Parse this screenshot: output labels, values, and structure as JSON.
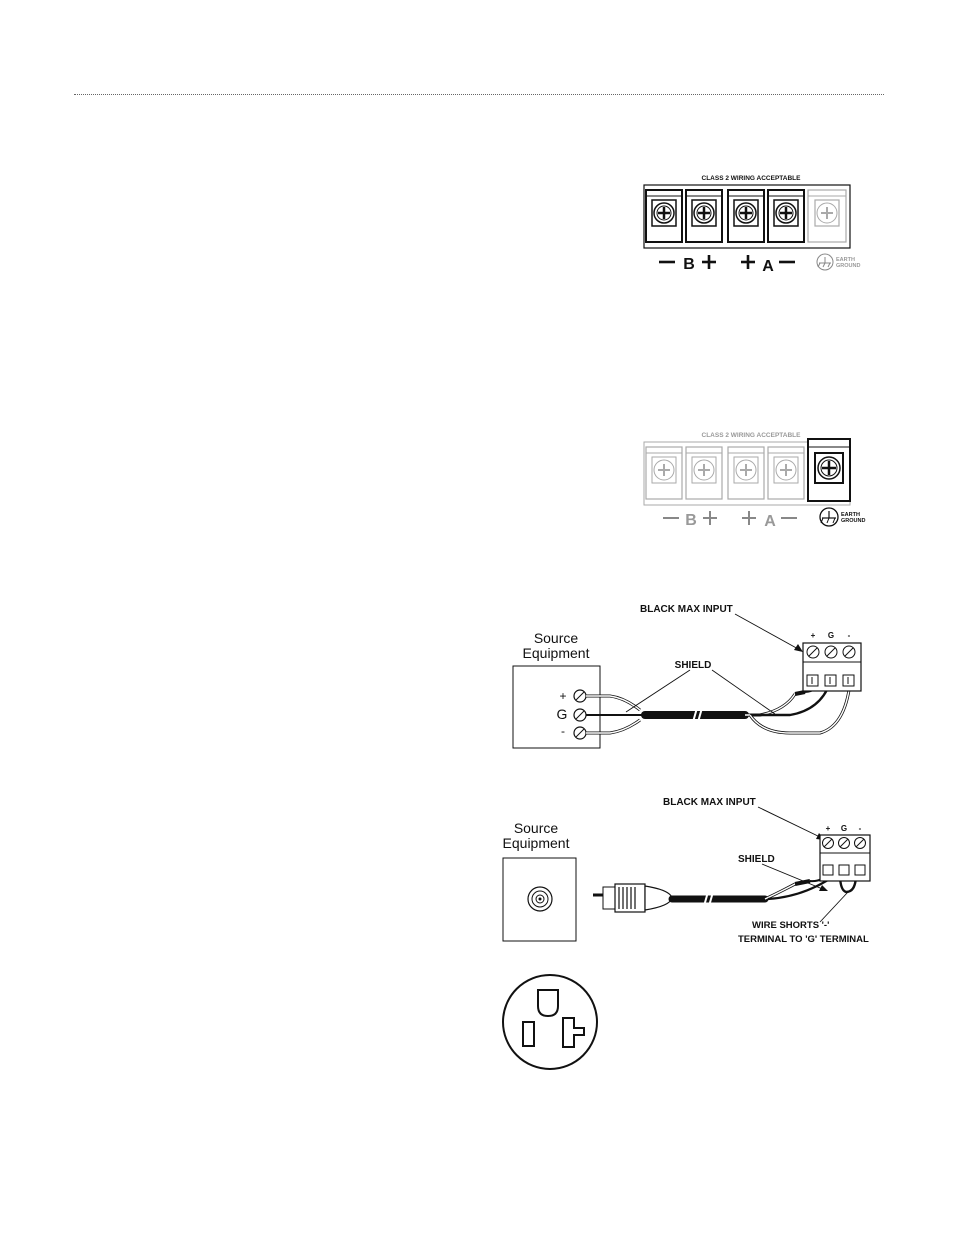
{
  "terminal_block_1": {
    "header": "CLASS 2 WIRING ACCEPTABLE",
    "label_b": "B",
    "label_a": "A",
    "ground_line1": "EARTH",
    "ground_line2": "GROUND",
    "highlighted": "speaker-terminals"
  },
  "terminal_block_2": {
    "header": "CLASS 2 WIRING ACCEPTABLE",
    "label_b": "B",
    "label_a": "A",
    "ground_line1": "EARTH",
    "ground_line2": "GROUND",
    "highlighted": "earth-ground"
  },
  "balanced_diagram": {
    "source_line1": "Source",
    "source_line2": "Equipment",
    "plus": "+",
    "ground": "G",
    "minus": "-",
    "input_label": "BLACK MAX INPUT",
    "shield_label": "SHIELD",
    "term_plus": "+",
    "term_g": "G",
    "term_minus": "-"
  },
  "unbalanced_diagram": {
    "source_line1": "Source",
    "source_line2": "Equipment",
    "input_label": "BLACK MAX INPUT",
    "shield_label": "SHIELD",
    "term_plus": "+",
    "term_g": "G",
    "term_minus": "-",
    "note_line1": "WIRE SHORTS '-'",
    "note_line2": "TERMINAL TO 'G' TERMINAL"
  },
  "outlet": {
    "icon": "power-outlet-icon"
  }
}
